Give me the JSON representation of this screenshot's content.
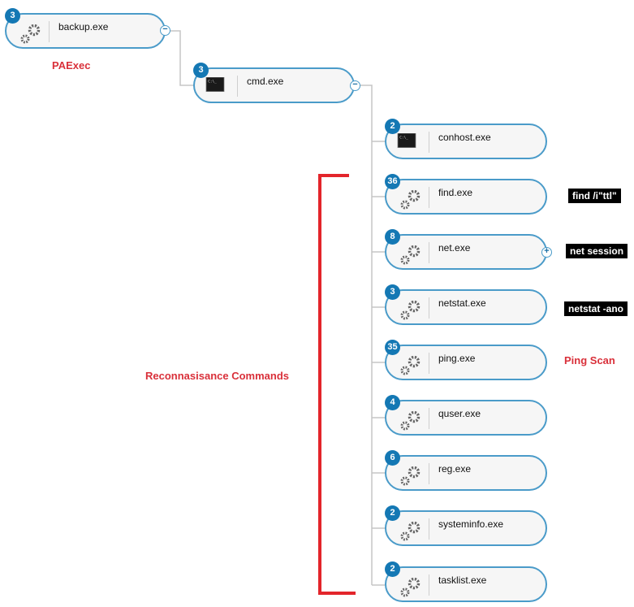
{
  "nodes": [
    {
      "name": "backup.exe",
      "count": "3",
      "icon": "gear-icon"
    },
    {
      "name": "cmd.exe",
      "count": "3",
      "icon": "terminal-icon"
    },
    {
      "name": "conhost.exe",
      "count": "2",
      "icon": "terminal-icon"
    },
    {
      "name": "find.exe",
      "count": "36",
      "icon": "gear-icon"
    },
    {
      "name": "net.exe",
      "count": "8",
      "icon": "gear-icon"
    },
    {
      "name": "netstat.exe",
      "count": "3",
      "icon": "gear-icon"
    },
    {
      "name": "ping.exe",
      "count": "35",
      "icon": "gear-icon"
    },
    {
      "name": "quser.exe",
      "count": "4",
      "icon": "gear-icon"
    },
    {
      "name": "reg.exe",
      "count": "6",
      "icon": "gear-icon"
    },
    {
      "name": "systeminfo.exe",
      "count": "2",
      "icon": "gear-icon"
    },
    {
      "name": "tasklist.exe",
      "count": "2",
      "icon": "gear-icon"
    }
  ],
  "toggles": {
    "collapse": "−",
    "expand": "+"
  },
  "terminal_prompt": "C:\\_",
  "annotations": {
    "paexec": "PAExec",
    "recon": "Reconnasisance Commands",
    "find_cmd": "find /i\"ttl\"",
    "net_cmd": "net session",
    "netstat_cmd": "netstat -ano",
    "ping_scan": "Ping Scan"
  },
  "colors": {
    "node_border": "#4a9bc9",
    "badge": "#1478b4",
    "annotation_red": "#d9303a",
    "bracket": "#e3252b"
  }
}
